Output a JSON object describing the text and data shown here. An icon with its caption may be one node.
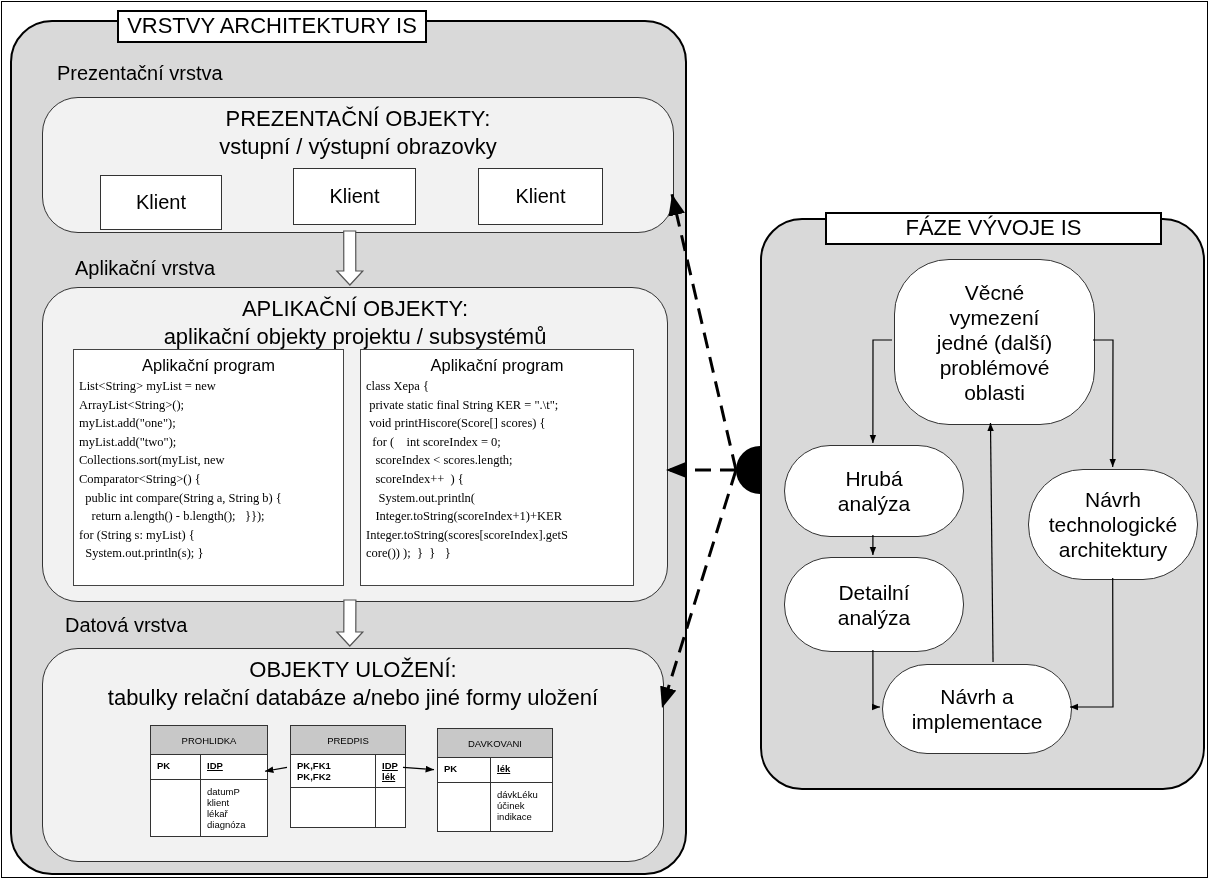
{
  "diagram": {
    "nodes": [
      {
        "text": [
          "VRSTVY ARCHITEKTURY IS"
        ]
      },
      {
        "text": [
          "PREZENTAČNÍ OBJEKTY:",
          "vstupní / výstupní obrazovky"
        ],
        "in": 0
      },
      {
        "text": [
          "Klient"
        ],
        "in": 1
      },
      {
        "text": [
          "Klient"
        ],
        "in": 1
      },
      {
        "text": [
          "Klient"
        ],
        "in": 1
      },
      {
        "text": [
          "APLIKAČNÍ OBJEKTY:",
          "aplikační objekty projektu / subsystémů"
        ],
        "in": 0
      },
      {
        "text": [
          "Aplikační program",
          "List<String> myList = new",
          "ArrayList<String>();",
          "myList.add(\"one\");",
          "myList.add(\"two\");",
          "Collections.sort(myList, new",
          "Comparator<String>() {",
          "  public int compare(String a, String b) {",
          "    return a.length() - b.length();   }});",
          "for (String s: myList) {",
          "  System.out.println(s); }"
        ],
        "in": 5
      },
      {
        "text": [
          "Aplikační program",
          "class Xepa {",
          " private static final String KER = \".\\t\";",
          " void printHiscore(Score[] scores) {",
          "  for (    int scoreIndex = 0;",
          "   scoreIndex < scores.length;",
          "   scoreIndex++  ) {",
          "    System.out.println(",
          "   Integer.toString(scoreIndex+1)+KER",
          "Integer.toString(scores[scoreIndex].getS",
          "core()) );  }  }   }"
        ],
        "in": 5
      },
      {
        "text": [
          "OBJEKTY ULOŽENÍ:",
          "tabulky relační databáze a/nebo jiné formy uložení"
        ],
        "in": 0
      },
      {
        "text": [
          "PROHLIDKA",
          "PK",
          "IDP",
          "datumP klient lékař diagnóza"
        ],
        "in": 8
      },
      {
        "text": [
          "PREDPIS",
          "PK,FK1 PK,FK2",
          "IDP lék"
        ],
        "in": 8
      },
      {
        "text": [
          "DAVKOVANI",
          "PK",
          "lék",
          "dávkLéku účinek indikace"
        ],
        "in": 8
      },
      {
        "text": [
          "FÁZE VÝVOJE IS"
        ]
      },
      {
        "text": [
          "Věcné vymezení jedné (další) problémové oblasti"
        ],
        "in": 12
      },
      {
        "text": [
          "Hrubá analýza"
        ],
        "in": 12
      },
      {
        "text": [
          "Detailní analýza"
        ],
        "in": 12
      },
      {
        "text": [
          "Návrh technologické architektury"
        ],
        "in": 12
      },
      {
        "text": [
          "Návrh a implementace"
        ],
        "in": 12
      },
      {
        "text": [],
        "shape": "circle"
      }
    ],
    "edges": [
      {
        "from": 10,
        "to": 9,
        "arrow": "to"
      },
      {
        "from": 10,
        "to": 11,
        "arrow": "to"
      },
      {
        "from": 1,
        "to": 5,
        "arrow": "to",
        "style": "thick"
      },
      {
        "from": 5,
        "to": 8,
        "arrow": "to",
        "style": "thick"
      },
      {
        "from": 13,
        "to": 14,
        "arrow": "to"
      },
      {
        "from": 13,
        "to": 16,
        "arrow": "to"
      },
      {
        "from": 14,
        "to": 15,
        "arrow": "to"
      },
      {
        "from": 15,
        "to": 17,
        "arrow": "to"
      },
      {
        "from": 16,
        "to": 17,
        "arrow": "to"
      },
      {
        "from": 17,
        "to": 13,
        "arrow": "to"
      },
      {
        "from": 18,
        "to": 1,
        "arrow": "to",
        "style": "dashed"
      },
      {
        "from": 18,
        "to": 5,
        "arrow": "to",
        "style": "dashed"
      },
      {
        "from": 18,
        "to": 8,
        "arrow": "to",
        "style": "dashed"
      }
    ],
    "labels": [
      "Prezentační vrstva",
      "Aplikační vrstva",
      "Datová vrstva"
    ]
  }
}
